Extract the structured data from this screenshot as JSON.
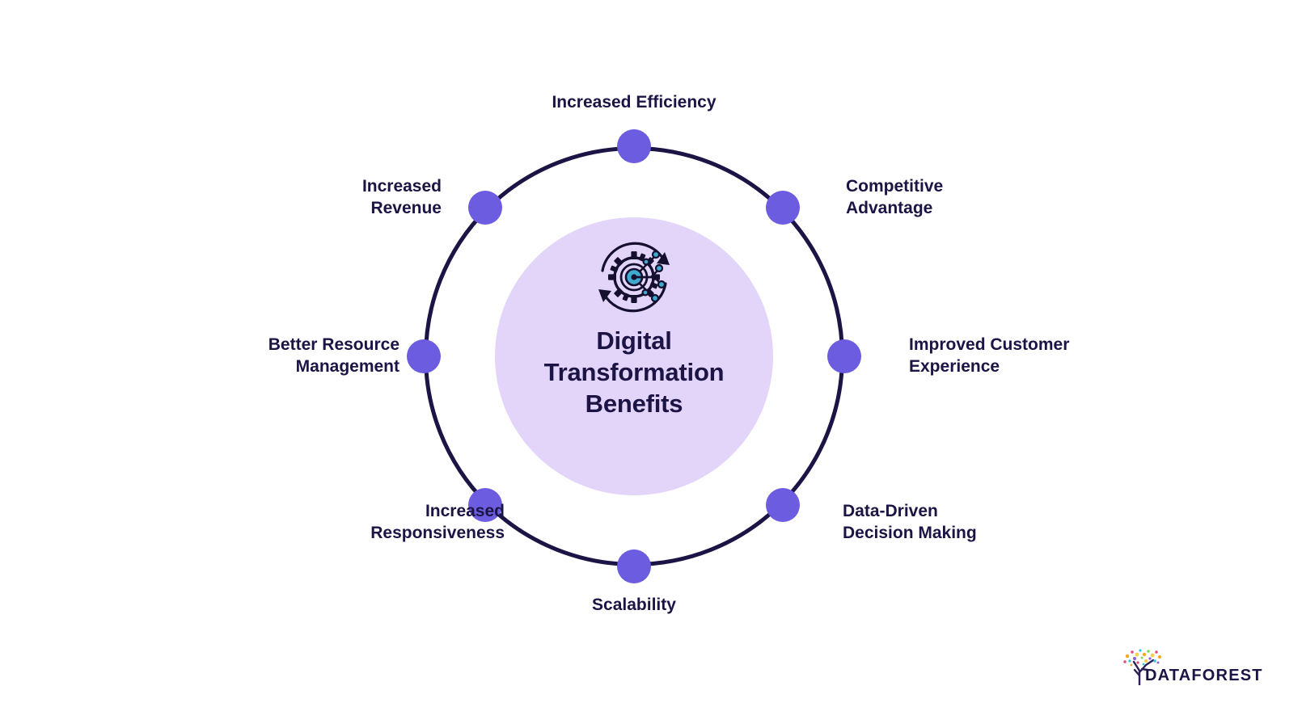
{
  "diagram": {
    "title": "Digital\nTransformation\nBenefits",
    "center_icon_name": "digital-transformation-gear-icon",
    "colors": {
      "ring": "#1b1444",
      "node": "#6c5ce0",
      "inner_disc": "#e3d4fa",
      "text": "#1b1444",
      "icon_accent": "#3fa9d0",
      "background": "#ffffff"
    },
    "nodes": [
      {
        "id": "increased-efficiency",
        "label": "Increased Efficiency",
        "angle_deg": 90,
        "position": "top"
      },
      {
        "id": "competitive-advantage",
        "label": "Competitive\nAdvantage",
        "angle_deg": 45,
        "position": "top-right"
      },
      {
        "id": "improved-customer-experience",
        "label": "Improved Customer\nExperience",
        "angle_deg": 0,
        "position": "right"
      },
      {
        "id": "data-driven-decision-making",
        "label": "Data-Driven\nDecision Making",
        "angle_deg": -45,
        "position": "bottom-right"
      },
      {
        "id": "scalability",
        "label": "Scalability",
        "angle_deg": -90,
        "position": "bottom"
      },
      {
        "id": "increased-responsiveness",
        "label": "Increased\nResponsiveness",
        "angle_deg": -135,
        "position": "bottom-left"
      },
      {
        "id": "better-resource-management",
        "label": "Better Resource\nManagement",
        "angle_deg": 180,
        "position": "left"
      },
      {
        "id": "increased-revenue",
        "label": "Increased\nRevenue",
        "angle_deg": 135,
        "position": "top-left"
      }
    ]
  },
  "logo": {
    "wordmark": "DATAFOREST",
    "icon_name": "dataforest-tree-logo"
  }
}
